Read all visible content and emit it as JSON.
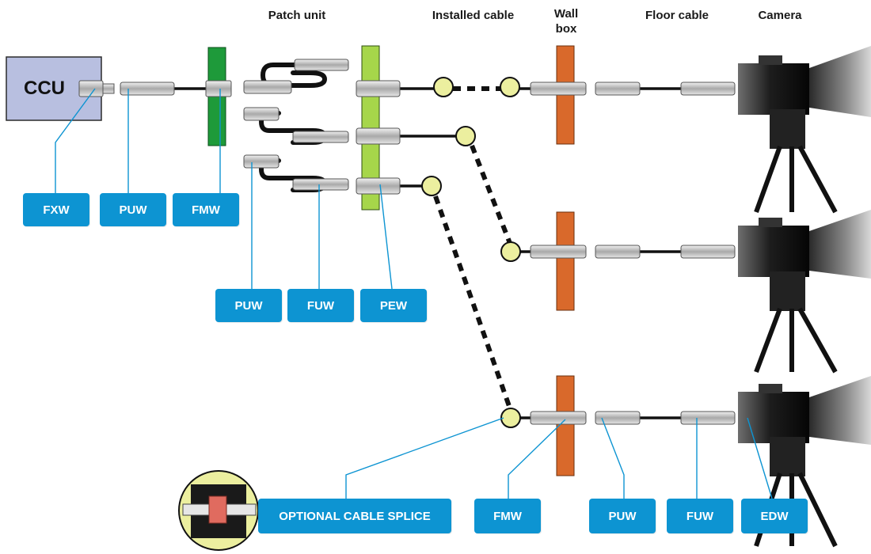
{
  "headers": {
    "patch_unit": "Patch unit",
    "installed_cable": "Installed cable",
    "wall_box": "Wall\nbox",
    "floor_cable": "Floor cable",
    "camera": "Camera"
  },
  "ccu": {
    "label": "CCU"
  },
  "tags": {
    "fxw": "FXW",
    "puw_ccu": "PUW",
    "fmw_ccu": "FMW",
    "puw_patch": "PUW",
    "fuw_patch": "FUW",
    "pew_patch": "PEW",
    "splice": "OPTIONAL CABLE SPLICE",
    "fmw_wall": "FMW",
    "puw_floor": "PUW",
    "fuw_floor": "FUW",
    "edw_camera": "EDW"
  },
  "colors": {
    "tag_blue": "#0d94d2",
    "ccu_fill": "#b8bfe0",
    "ccu_panel_green": "#1e9a3a",
    "patch_panel_green": "#a6d64a",
    "wall_box_orange": "#d9692b",
    "splice_circle": "#ecef9f",
    "connector_gray": "#b3b3b3",
    "cable_black": "#111111"
  },
  "icons": [
    "camera-icon",
    "tripod-icon",
    "connector-icon",
    "splice-icon"
  ]
}
